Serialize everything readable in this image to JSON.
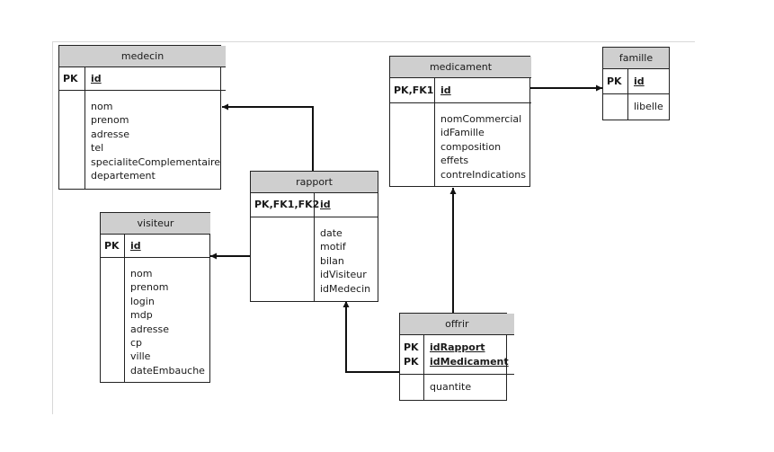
{
  "tables": {
    "medecin": {
      "name": "medecin",
      "pk_label": "PK",
      "pk_fields": [
        "id"
      ],
      "fields": [
        "nom",
        "prenom",
        "adresse",
        "tel",
        "specialiteComplementaire",
        "departement"
      ]
    },
    "medicament": {
      "name": "medicament",
      "pk_label": "PK,FK1",
      "pk_fields": [
        "id"
      ],
      "fields": [
        "nomCommercial",
        "idFamille",
        "composition",
        "effets",
        "contreIndications"
      ]
    },
    "famille": {
      "name": "famille",
      "pk_label": "PK",
      "pk_fields": [
        "id"
      ],
      "fields": [
        "libelle"
      ]
    },
    "rapport": {
      "name": "rapport",
      "pk_label": "PK,FK1,FK2",
      "pk_fields": [
        "id"
      ],
      "fields": [
        "date",
        "motif",
        "bilan",
        "idVisiteur",
        "idMedecin"
      ]
    },
    "visiteur": {
      "name": "visiteur",
      "pk_label": "PK",
      "pk_fields": [
        "id"
      ],
      "fields": [
        "nom",
        "prenom",
        "login",
        "mdp",
        "adresse",
        "cp",
        "ville",
        "dateEmbauche"
      ]
    },
    "offrir": {
      "name": "offrir",
      "pk_labels": [
        "PK",
        "PK"
      ],
      "pk_fields": [
        "idRapport",
        "idMedicament"
      ],
      "fields": [
        "quantite"
      ]
    }
  }
}
